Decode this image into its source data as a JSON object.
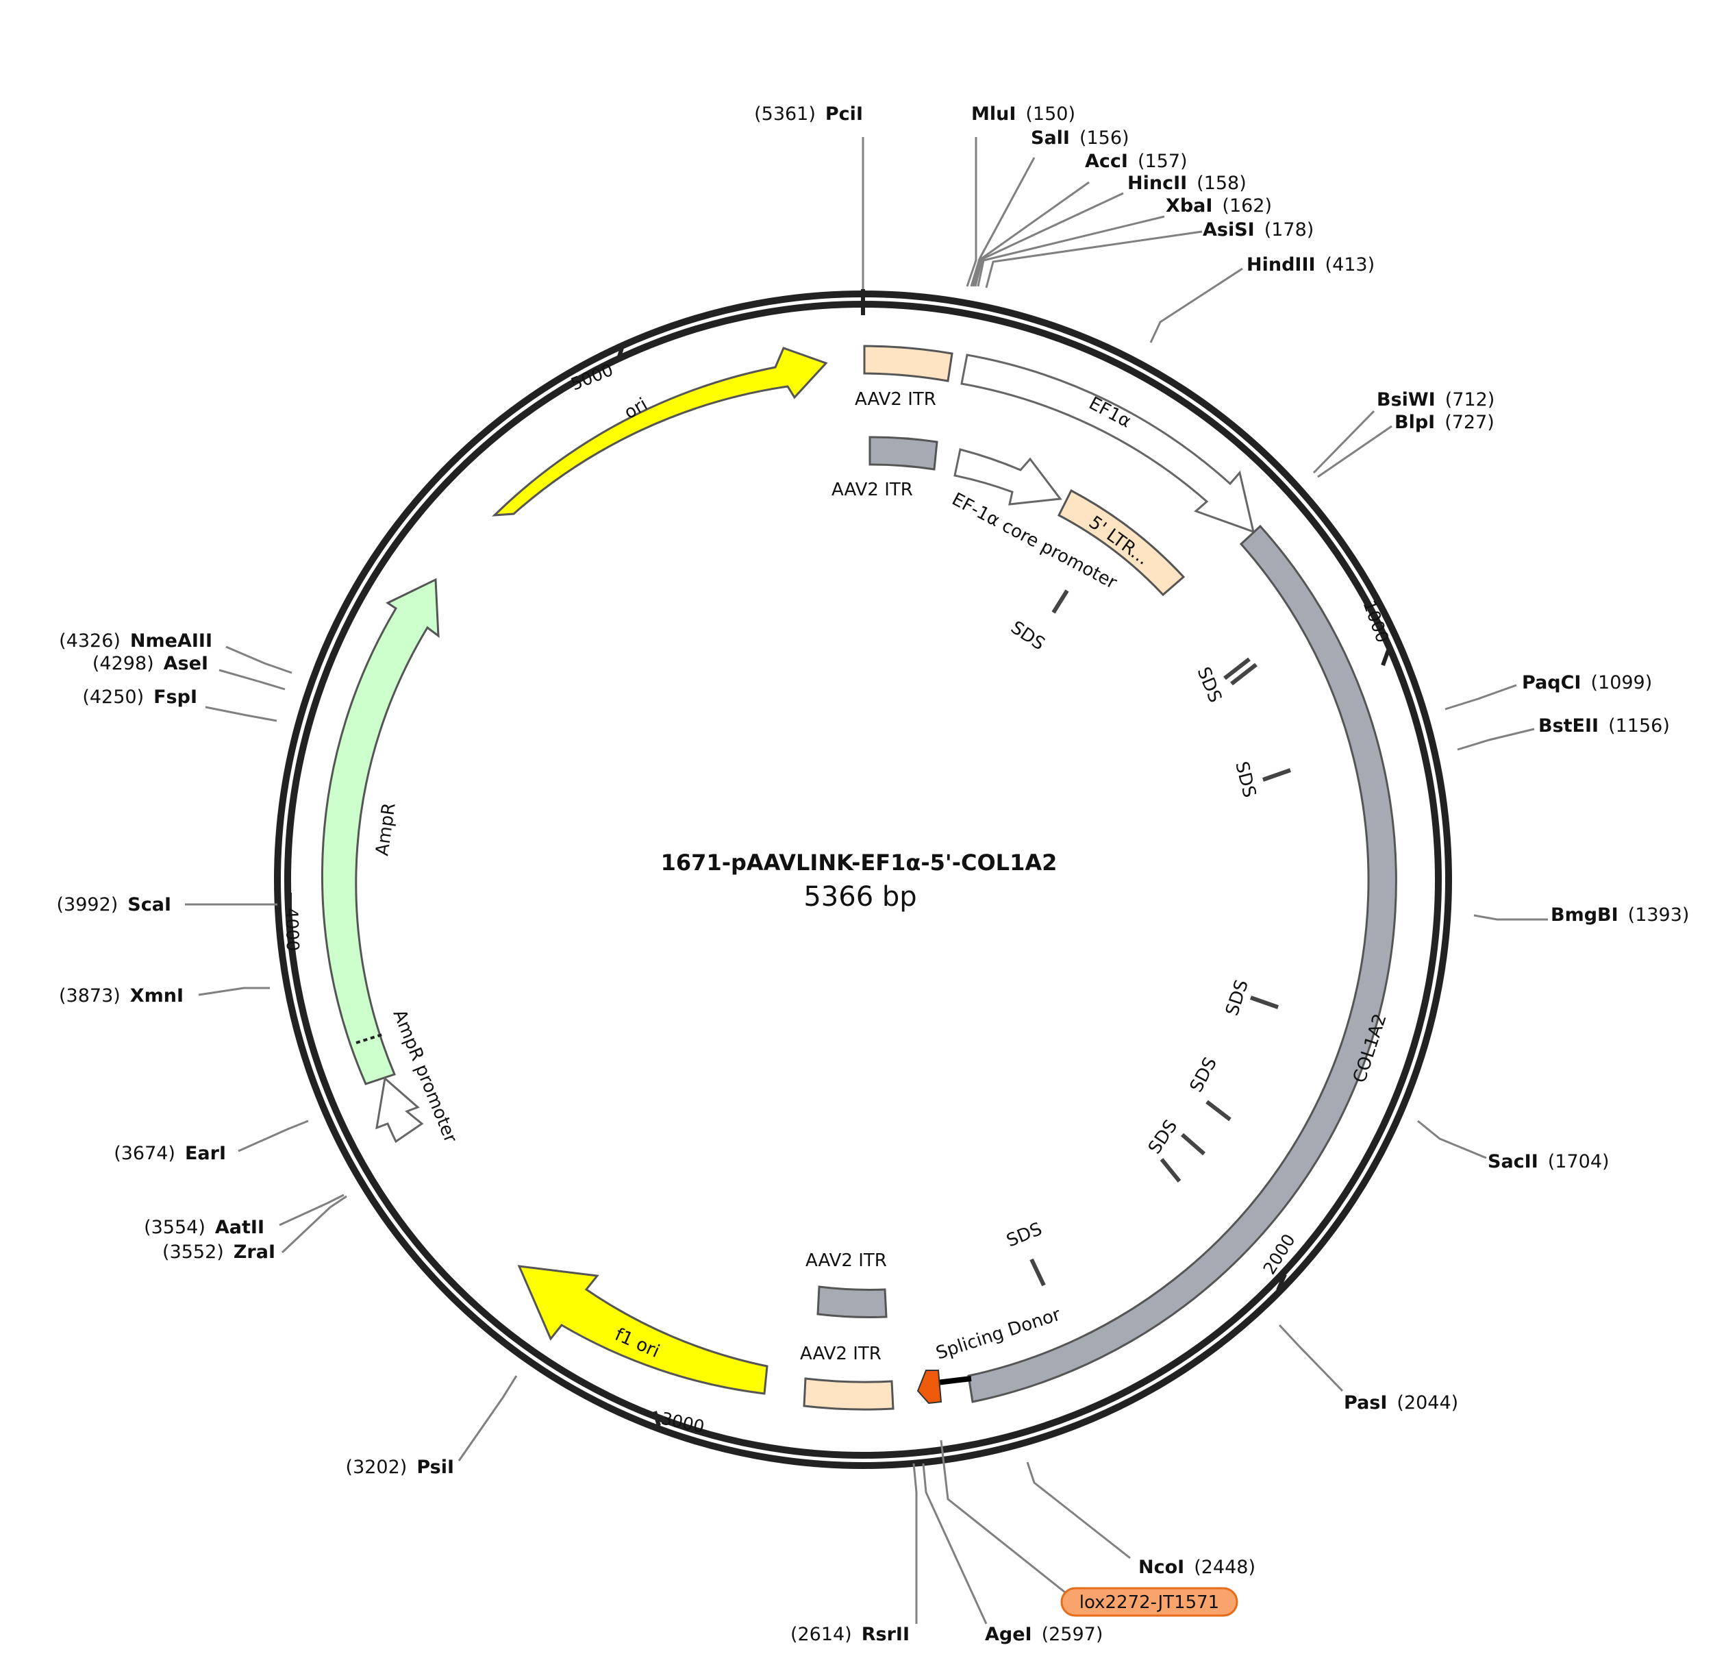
{
  "plasmid": {
    "name": "1671-pAAVLINK-EF1α-5'-COL1A2",
    "length_label": "5366 bp",
    "length": 5366
  },
  "ticks": [
    {
      "bp": 1000,
      "label": "1000"
    },
    {
      "bp": 2000,
      "label": "2000"
    },
    {
      "bp": 3000,
      "label": "3000"
    },
    {
      "bp": 4000,
      "label": "4000"
    },
    {
      "bp": 5000,
      "label": "5000"
    }
  ],
  "enzymes": [
    {
      "name": "PciI",
      "pos": "(5361)"
    },
    {
      "name": "MluI",
      "pos": "(150)"
    },
    {
      "name": "SalI",
      "pos": "(156)"
    },
    {
      "name": "AccI",
      "pos": "(157)"
    },
    {
      "name": "HincII",
      "pos": "(158)"
    },
    {
      "name": "XbaI",
      "pos": "(162)"
    },
    {
      "name": "AsiSI",
      "pos": "(178)"
    },
    {
      "name": "HindIII",
      "pos": "(413)"
    },
    {
      "name": "BsiWI",
      "pos": "(712)"
    },
    {
      "name": "BlpI",
      "pos": "(727)"
    },
    {
      "name": "PaqCI",
      "pos": "(1099)"
    },
    {
      "name": "BstEII",
      "pos": "(1156)"
    },
    {
      "name": "BmgBI",
      "pos": "(1393)"
    },
    {
      "name": "SacII",
      "pos": "(1704)"
    },
    {
      "name": "PasI",
      "pos": "(2044)"
    },
    {
      "name": "NcoI",
      "pos": "(2448)"
    },
    {
      "name": "AgeI",
      "pos": "(2597)"
    },
    {
      "name": "RsrII",
      "pos": "(2614)"
    },
    {
      "name": "PsiI",
      "pos": "(3202)"
    },
    {
      "name": "ZraI",
      "pos": "(3552)"
    },
    {
      "name": "AatII",
      "pos": "(3554)"
    },
    {
      "name": "EarI",
      "pos": "(3674)"
    },
    {
      "name": "XmnI",
      "pos": "(3873)"
    },
    {
      "name": "ScaI",
      "pos": "(3992)"
    },
    {
      "name": "FspI",
      "pos": "(4250)"
    },
    {
      "name": "AseI",
      "pos": "(4298)"
    },
    {
      "name": "NmeAIII",
      "pos": "(4326)"
    }
  ],
  "features": {
    "ori": "ori",
    "aav2_itr_top": "AAV2 ITR",
    "ef1a": "EF1α",
    "aav2_itr_inner": "AAV2 ITR",
    "ef1a_core": "EF-1α core promoter",
    "ltr5": "5' LTR...",
    "col1a2": "COL1A2",
    "ampr": "AmpR",
    "ampr_promoter": "AmpR promoter",
    "f1_ori": "f1 ori",
    "aav2_itr_bottom_inner": "AAV2 ITR",
    "aav2_itr_bottom": "AAV2 ITR",
    "splicing_donor": "Splicing Donor",
    "lox": "lox2272-JT1571",
    "sds": "SDS"
  },
  "colors": {
    "backbone": "#222222",
    "ori": "#ffff00",
    "itr_peach": "#ffe4c4",
    "itr_gray": "#a6abb3",
    "col1a2": "#a6abb3",
    "ampr": "#ccffcc",
    "lox": "#f8a46c",
    "splicing": "#ee5a0a"
  }
}
